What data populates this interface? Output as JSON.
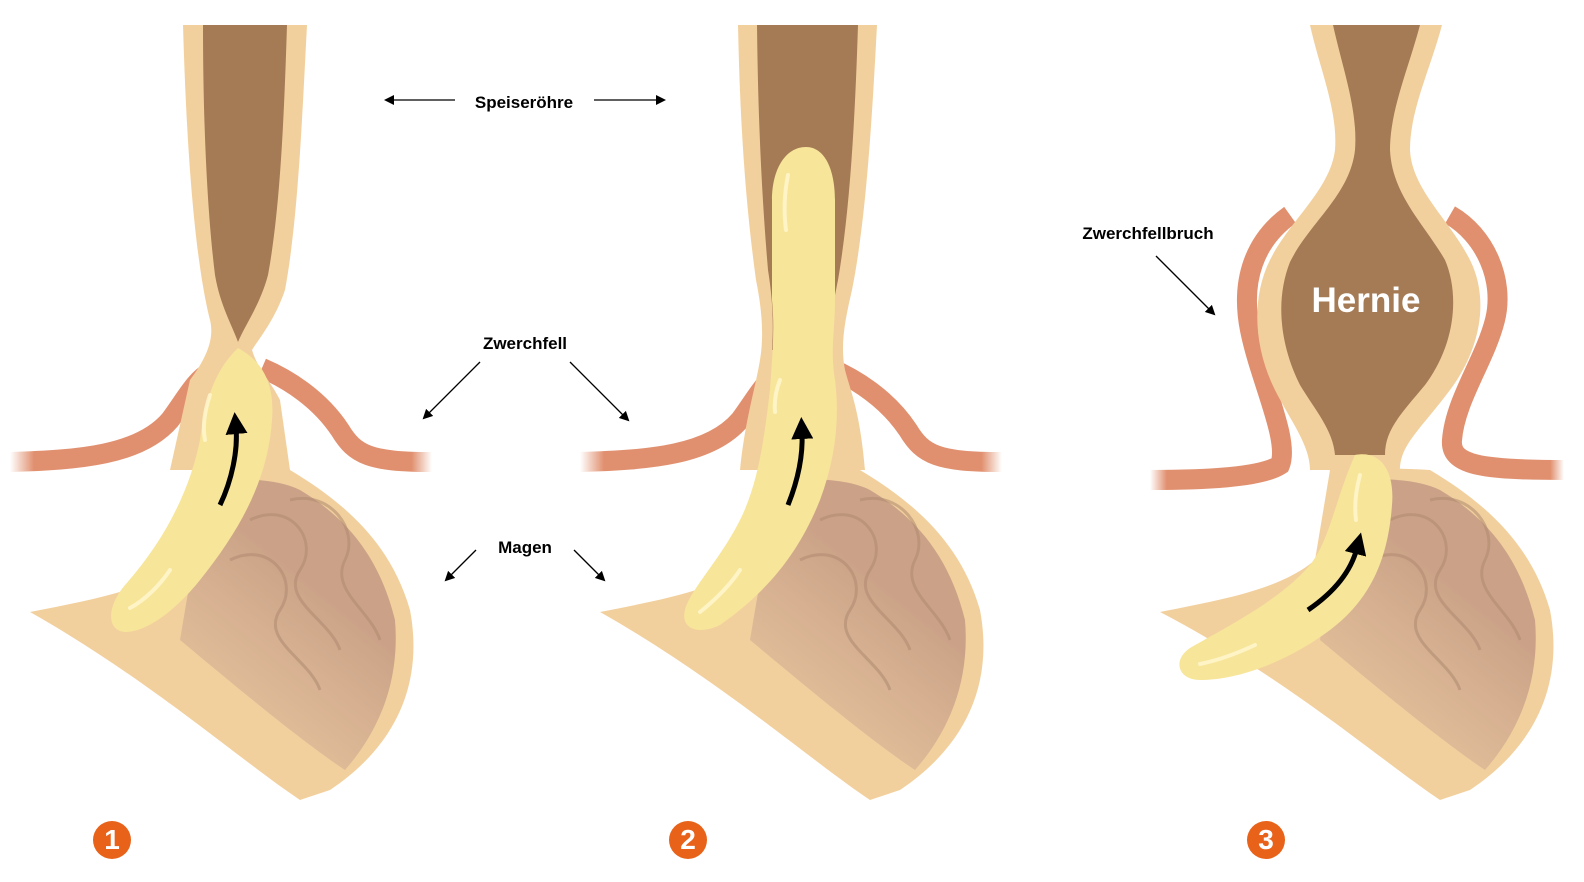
{
  "labels": {
    "esophagus": "Speiseröhre",
    "diaphragm": "Zwerchfell",
    "stomach": "Magen",
    "hernia_label": "Zwerchfellbruch",
    "hernia": "Hernie"
  },
  "stages": [
    {
      "number": "1"
    },
    {
      "number": "2"
    },
    {
      "number": "3"
    }
  ],
  "colors": {
    "esophagus_lumen": "#a57b55",
    "tissue_wall": "#f2d09e",
    "diaphragm_muscle": "#e1906f",
    "stomach_acid": "#f7e59a",
    "stomach_inner": "#d9b8a2",
    "badge": "#e8621a",
    "arrow": "#000000"
  }
}
